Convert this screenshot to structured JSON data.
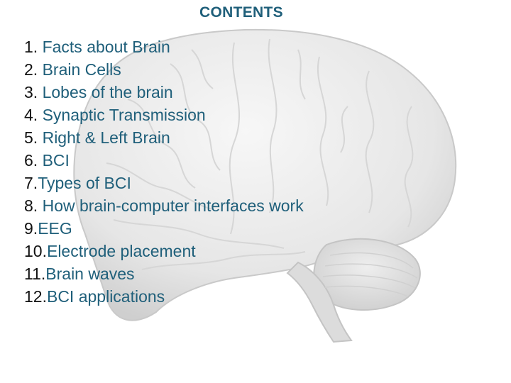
{
  "slide": {
    "title": "CONTENTS",
    "items": [
      {
        "num": "1.",
        "text": " Facts about Brain"
      },
      {
        "num": "2.",
        "text": " Brain Cells"
      },
      {
        "num": "3.",
        "text": " Lobes of the brain"
      },
      {
        "num": "4.",
        "text": " Synaptic Transmission"
      },
      {
        "num": "5.",
        "text": " Right & Left Brain"
      },
      {
        "num": "6.",
        "text": " BCI"
      },
      {
        "num": "7.",
        "text": "Types of BCI"
      },
      {
        "num": "8.",
        "text": " How brain-computer interfaces work"
      },
      {
        "num": "9.",
        "text": "EEG"
      },
      {
        "num": "10.",
        "text": "Electrode placement"
      },
      {
        "num": "11.",
        "text": "Brain waves"
      },
      {
        "num": "12.",
        "text": "BCI applications"
      }
    ]
  },
  "colors": {
    "title": "#1f5f7a",
    "item_text": "#1f5f7a",
    "item_number": "#111111",
    "brain": "#ececec"
  },
  "background_image": "brain-illustration"
}
